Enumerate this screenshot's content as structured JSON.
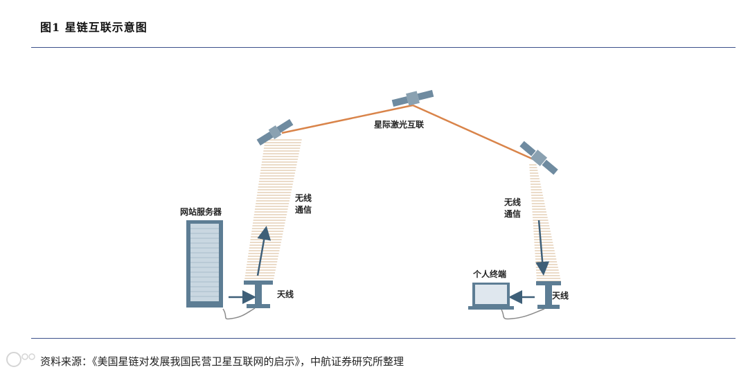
{
  "title": "图1  星链互联示意图",
  "labels": {
    "laser_link": "星际激光互联",
    "wireless_left_1": "无线",
    "wireless_left_2": "通信",
    "wireless_right_1": "无线",
    "wireless_right_2": "通信",
    "web_server": "网站服务器",
    "personal_terminal": "个人终端",
    "antenna_left": "天线",
    "antenna_right": "天线"
  },
  "source": "资料来源：《美国星链对发展我国民营卫星互联网的启示》，中航证券研究所整理",
  "colors": {
    "rule": "#3b4f8a",
    "laser": "#d9844a",
    "beam": "#d7b790",
    "satellite_panel": "#6f8ba0",
    "equipment": "#5d7d94",
    "server_face": "#c9d7e1",
    "arrow": "#3e5f78"
  },
  "icons": [
    "satellite-icon",
    "server-icon",
    "antenna-icon",
    "laptop-icon",
    "arrow-icon"
  ]
}
